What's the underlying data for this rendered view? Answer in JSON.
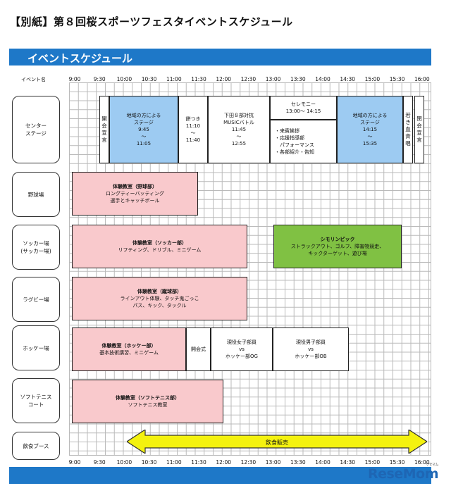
{
  "doc_title": "【別紙】第８回桜スポーツフェスタイベントスケジュール",
  "banner_title": "イベントスケジュール",
  "header_label": "イベント名",
  "times_top": [
    "9:00",
    "9:30",
    "10:00",
    "10:30",
    "11:00",
    "11:30",
    "12:00",
    "12:30",
    "13:00",
    "13:30",
    "14:00",
    "14:30",
    "15:00",
    "15:30",
    "16:00"
  ],
  "times_bottom": [
    "9:00",
    "9:30",
    "10:00",
    "10:30",
    "11:00",
    "11:30",
    "12:00",
    "12:30",
    "13:00",
    "13:30",
    "14:00",
    "14:30",
    "15:00",
    "15:30",
    "16:00"
  ],
  "venues": {
    "center": "センター\nステージ",
    "baseball": "野球場",
    "soccer": "ソッカー場\n(サッカー場)",
    "rugby": "ラグビー場",
    "hockey": "ホッケー場",
    "softtennis": "ソフトテニス\nコート",
    "food": "飲食ブース"
  },
  "center_stage": {
    "opening": "開\n会\n宣\n言",
    "local1_title": "地域の方による\nステージ",
    "local1_time": "9:45\n〜\n11:05",
    "mochi": "餅つき\n11:10\n〜\n11:40",
    "music_title": "下田８部対抗\nMUSICバトル",
    "music_time": "11:45\n〜\n12:55",
    "ceremony_title": "セレモニー\n13:00〜 14:15",
    "ceremony_items": "・来賓挨拶\n・応援指導部\n　パフォーマンス\n・各部紹介・告知",
    "local2_title": "地域の方による\nステージ",
    "local2_time": "14:15\n〜\n15:35",
    "wakachi": "若\nき\n血\n斉\n唱",
    "closing": "閉\n会\n宣\n言"
  },
  "baseball_event": {
    "title": "体験教室（野球部）",
    "desc": "ロングティーバッティング\n選手とキャッチボール"
  },
  "soccer_event": {
    "title": "体験教室（ソッカー部）",
    "desc": "リフティング、ドリブル、ミニゲーム"
  },
  "soccer_event2": {
    "title": "シモリンピック",
    "desc": "ストラックアウト、ゴルフ、障害物競走、\nキックターゲット、遊び場"
  },
  "rugby_event": {
    "title": "体験教室（蹴球部）",
    "desc": "ラインアウト体験、タッチ鬼ごっこ\nパス、キック、タックル"
  },
  "hockey_event": {
    "title": "体験教室（ホッケー部）",
    "desc": "基本技術講習、ミニゲーム"
  },
  "hockey_opening": "開会式",
  "hockey_women": "現役女子部員\nvs\nホッケー部OG",
  "hockey_men": "現役男子部員\nvs\nホッケー部OB",
  "softtennis_event": {
    "title": "体験教室（ソフトテニス部）",
    "desc": "ソフトテニス教室"
  },
  "food_label": "飲食販売",
  "logo_text": "ReseMom",
  "logo_sub": "リセマム",
  "colors": {
    "banner": "#1e78c8",
    "pink": "#f9c9cc",
    "blue": "#9dcbf2",
    "green": "#80c143",
    "arrow": "#f4f20f"
  }
}
